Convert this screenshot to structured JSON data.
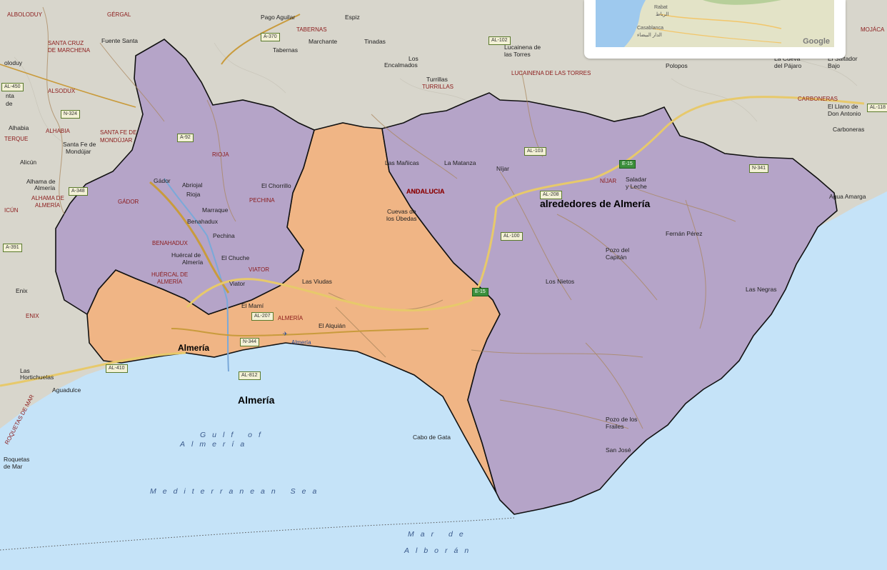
{
  "regions": [
    {
      "name": "alrededores de Almería",
      "color": "#b5a4c8"
    },
    {
      "name": "Almería",
      "color": "#f0b585"
    }
  ],
  "colors": {
    "land": "#d8d6cc",
    "sea": "#c5e3f8",
    "border": "#111111",
    "road": "#c99b3c",
    "motorway": "#e7c96b"
  },
  "region_labels": {
    "andalucia": "ANDALUCIA"
  },
  "seas": {
    "gulf1": "Gulf of",
    "gulf2": "Almería",
    "med": "Mediterranean Sea",
    "mar1": "Mar de",
    "mar2": "Alborán"
  },
  "places": [
    {
      "name": "ALBOLODUY",
      "kind": "mun"
    },
    {
      "name": "GÉRGAL",
      "kind": "mun"
    },
    {
      "name": "Pago Aguilar"
    },
    {
      "name": "Espiz"
    },
    {
      "name": "TABERNAS",
      "kind": "mun"
    },
    {
      "name": "Marchante"
    },
    {
      "name": "Tinadas"
    },
    {
      "name": "Tabernas"
    },
    {
      "name": "SANTA CRUZ",
      "kind": "mun"
    },
    {
      "name": "DE MARCHENA",
      "kind": "mun"
    },
    {
      "name": "Fuente Santa"
    },
    {
      "name": "oloduy"
    },
    {
      "name": "Los"
    },
    {
      "name": "Encalmados"
    },
    {
      "name": "Turrillas"
    },
    {
      "name": "TURRILLAS",
      "kind": "mun"
    },
    {
      "name": "Lucainena de"
    },
    {
      "name": "las Torres"
    },
    {
      "name": "LUCAINENA DE LAS TORRES",
      "kind": "mun"
    },
    {
      "name": "Polopos"
    },
    {
      "name": "La Cueva"
    },
    {
      "name": "del Pájaro"
    },
    {
      "name": "El Saltador"
    },
    {
      "name": "Bajo"
    },
    {
      "name": "MOJÁCA",
      "kind": "mun"
    },
    {
      "name": "ALSODUX",
      "kind": "mun"
    },
    {
      "name": "CARBONERAS",
      "kind": "mun"
    },
    {
      "name": "El Llano de"
    },
    {
      "name": "Don Antonio"
    },
    {
      "name": "Carboneras"
    },
    {
      "name": "nta"
    },
    {
      "name": "de"
    },
    {
      "name": "Alhabia"
    },
    {
      "name": "ALHABIA",
      "kind": "mun"
    },
    {
      "name": "SANTA FE DE",
      "kind": "mun"
    },
    {
      "name": "MONDÚJAR",
      "kind": "mun"
    },
    {
      "name": "TERQUE",
      "kind": "mun"
    },
    {
      "name": "Santa Fe de"
    },
    {
      "name": "Mondújar"
    },
    {
      "name": "RIOJA",
      "kind": "mun"
    },
    {
      "name": "Alicún"
    },
    {
      "name": "Las Mañicas"
    },
    {
      "name": "La Matanza"
    },
    {
      "name": "Níjar"
    },
    {
      "name": "Gádor"
    },
    {
      "name": "Abriojal"
    },
    {
      "name": "Rioja"
    },
    {
      "name": "El Chorrillo"
    },
    {
      "name": "Alhama de"
    },
    {
      "name": "Almería"
    },
    {
      "name": "ANDALUCIA",
      "kind": "reg"
    },
    {
      "name": "NÍJAR",
      "kind": "mun"
    },
    {
      "name": "Saladar"
    },
    {
      "name": "y Leche"
    },
    {
      "name": "Agua Amarga"
    },
    {
      "name": "ALHAMA DE",
      "kind": "mun"
    },
    {
      "name": "ALMERÍA",
      "kind": "mun"
    },
    {
      "name": "GÁDOR",
      "kind": "mun"
    },
    {
      "name": "PECHINA",
      "kind": "mun"
    },
    {
      "name": "Marraque"
    },
    {
      "name": "Cuevas de"
    },
    {
      "name": "los Úbedas"
    },
    {
      "name": "ICÚN",
      "kind": "mun"
    },
    {
      "name": "Benahadux"
    },
    {
      "name": "Pechina"
    },
    {
      "name": "Fernán Pérez"
    },
    {
      "name": "BENAHADUX",
      "kind": "mun"
    },
    {
      "name": "Huércal de"
    },
    {
      "name": "Almería"
    },
    {
      "name": "El Chuche"
    },
    {
      "name": "Pozo del"
    },
    {
      "name": "Capitán"
    },
    {
      "name": "VIATOR",
      "kind": "mun"
    },
    {
      "name": "HUÉRCAL DE",
      "kind": "mun"
    },
    {
      "name": "ALMERÍA",
      "kind": "mun"
    },
    {
      "name": "Viator"
    },
    {
      "name": "Las Viudas"
    },
    {
      "name": "Los Nietos"
    },
    {
      "name": "Enix"
    },
    {
      "name": "Las Negras"
    },
    {
      "name": "El Mamí"
    },
    {
      "name": "ENIX",
      "kind": "mun"
    },
    {
      "name": "ALMERÍA",
      "kind": "mun"
    },
    {
      "name": "El Alquián"
    },
    {
      "name": "Almería",
      "kind": "city"
    },
    {
      "name": "Las"
    },
    {
      "name": "Hortichuelas"
    },
    {
      "name": "Aguadulce"
    },
    {
      "name": "ROQUETAS DE MAR",
      "kind": "mun"
    },
    {
      "name": "Cabo de Gata"
    },
    {
      "name": "Pozo de los"
    },
    {
      "name": "Frailes"
    },
    {
      "name": "San José"
    },
    {
      "name": "Roquetas"
    },
    {
      "name": "de Mar"
    }
  ],
  "roads": [
    "A-370",
    "AL-102",
    "AL-450",
    "N-324",
    "A-92",
    "AL-103",
    "E-15",
    "N-341",
    "AL-118",
    "A-348",
    "AL-208",
    "AL-100",
    "A-391",
    "E-15",
    "AL-207",
    "N-344",
    "AL-410",
    "AL-812"
  ],
  "airport": "Almería",
  "inset": {
    "attribution": "Google",
    "labels": [
      "Rabat",
      "الرباط",
      "Casablanca",
      "الدار البيضاء"
    ]
  }
}
